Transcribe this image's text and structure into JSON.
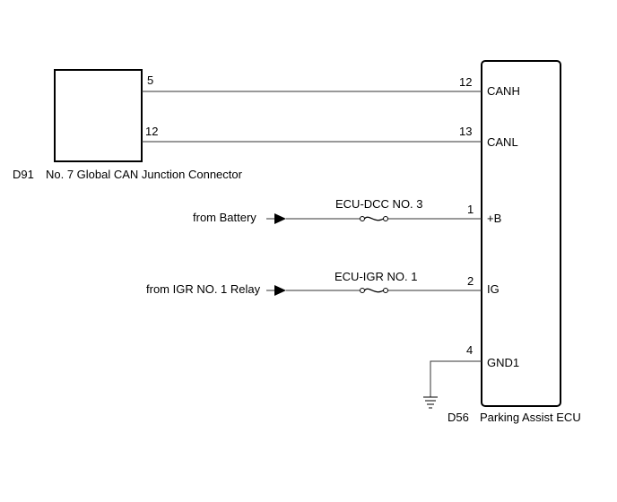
{
  "connector_d91": {
    "code": "D91",
    "name": "No. 7 Global CAN Junction Connector",
    "pins": {
      "canh": "5",
      "canl": "12"
    }
  },
  "ecu_d56": {
    "code": "D56",
    "name": "Parking Assist ECU",
    "pins": {
      "canh": {
        "number": "12",
        "label": "CANH"
      },
      "canl": {
        "number": "13",
        "label": "CANL"
      },
      "b": {
        "number": "1",
        "label": "+B"
      },
      "ig": {
        "number": "2",
        "label": "IG"
      },
      "gnd": {
        "number": "4",
        "label": "GND1"
      }
    }
  },
  "sources": {
    "battery": "from Battery",
    "igr_relay": "from IGR NO. 1 Relay"
  },
  "fuses": {
    "dcc": "ECU-DCC NO. 3",
    "igr": "ECU-IGR NO. 1"
  }
}
